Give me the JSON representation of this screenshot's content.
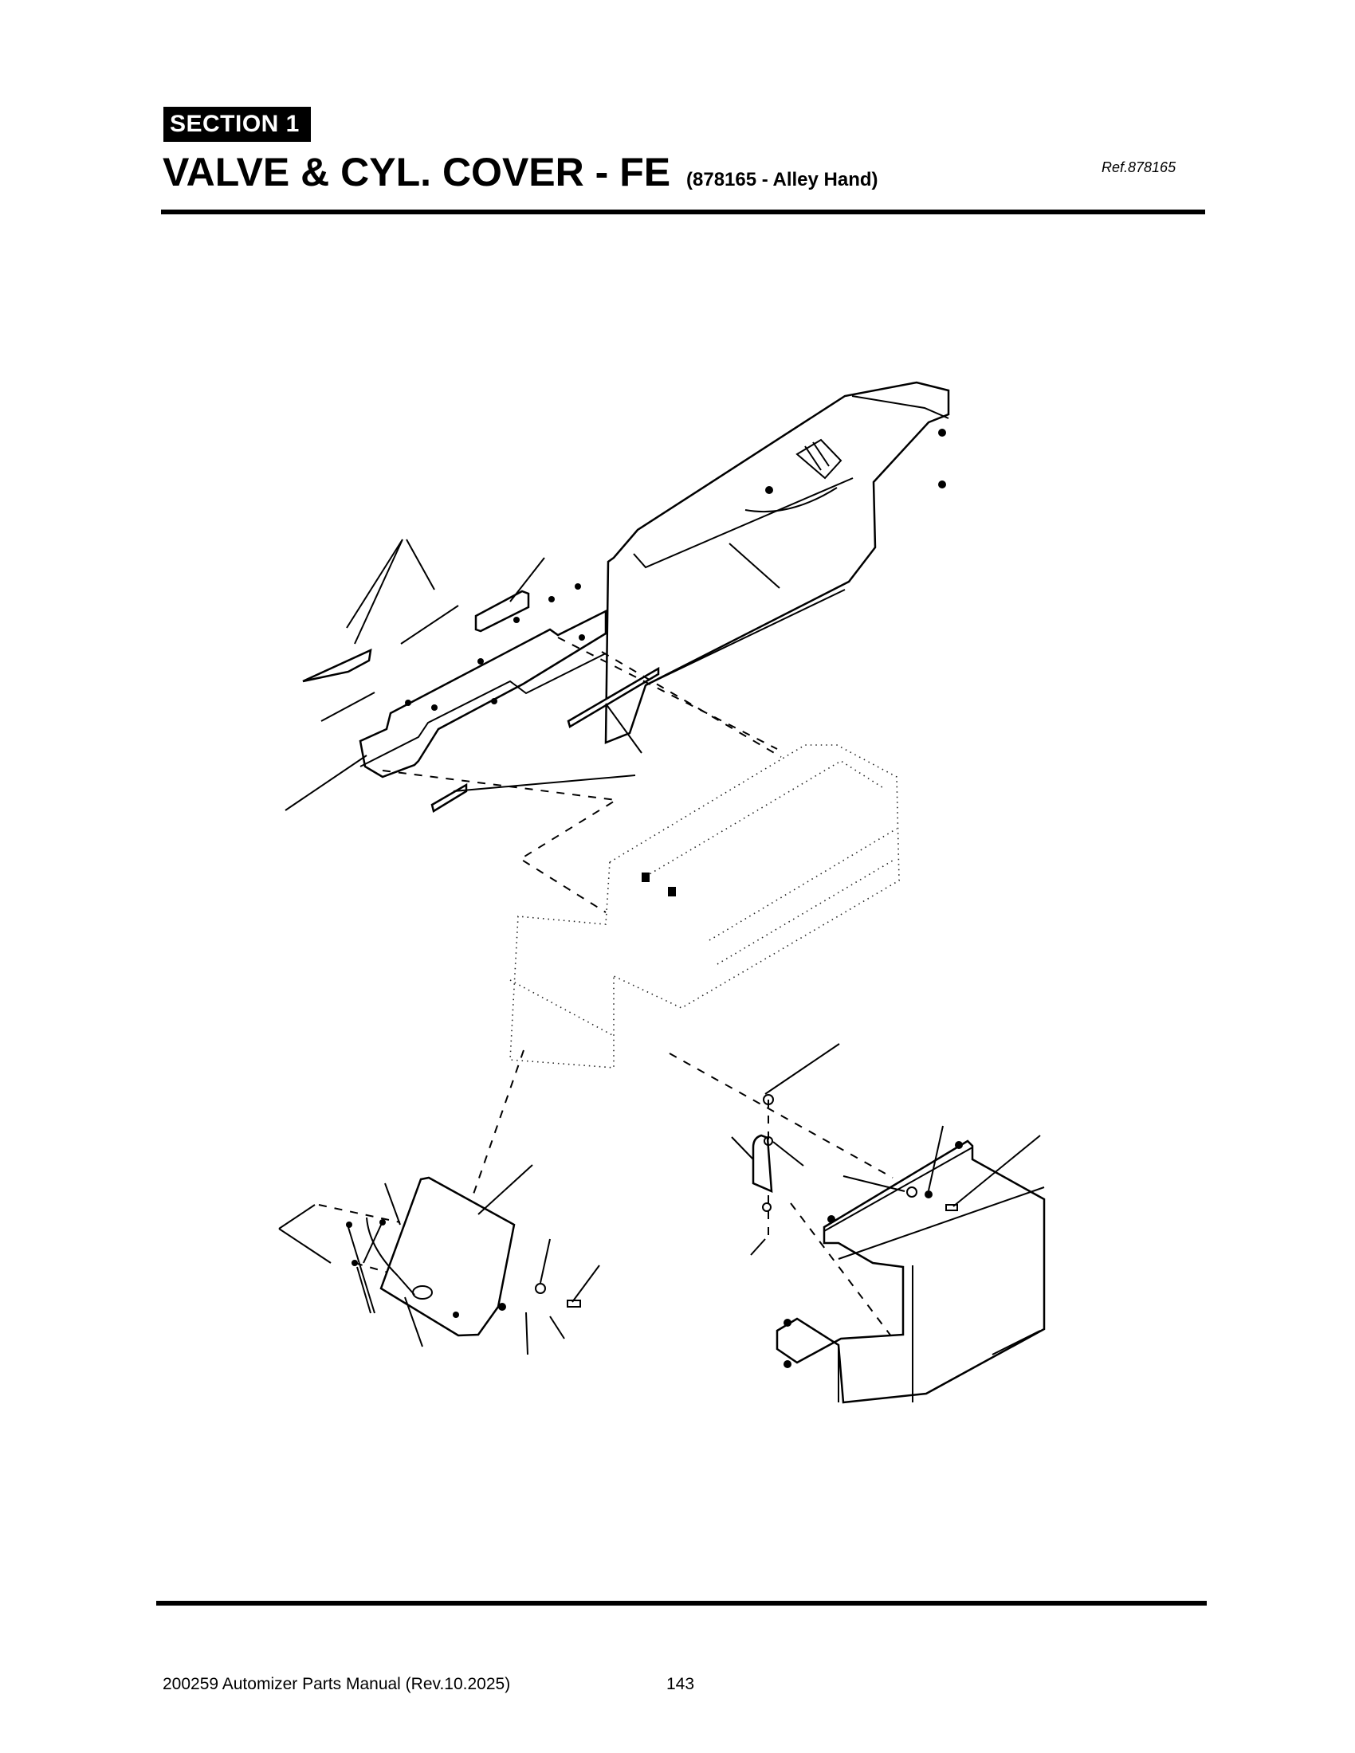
{
  "header": {
    "section_label": "SECTION  1",
    "title": "VALVE & CYL. COVER - FE",
    "title_sub": "(878165 - Alley Hand)",
    "reference": "Ref.878165"
  },
  "figure": {
    "description": "Exploded isometric parts diagram of valve & cylinder cover assembly",
    "icons": [
      "exploded-assembly-diagram"
    ]
  },
  "footer": {
    "manual": "200259 Automizer Parts Manual (Rev.10.2025)",
    "page_number": "143"
  }
}
